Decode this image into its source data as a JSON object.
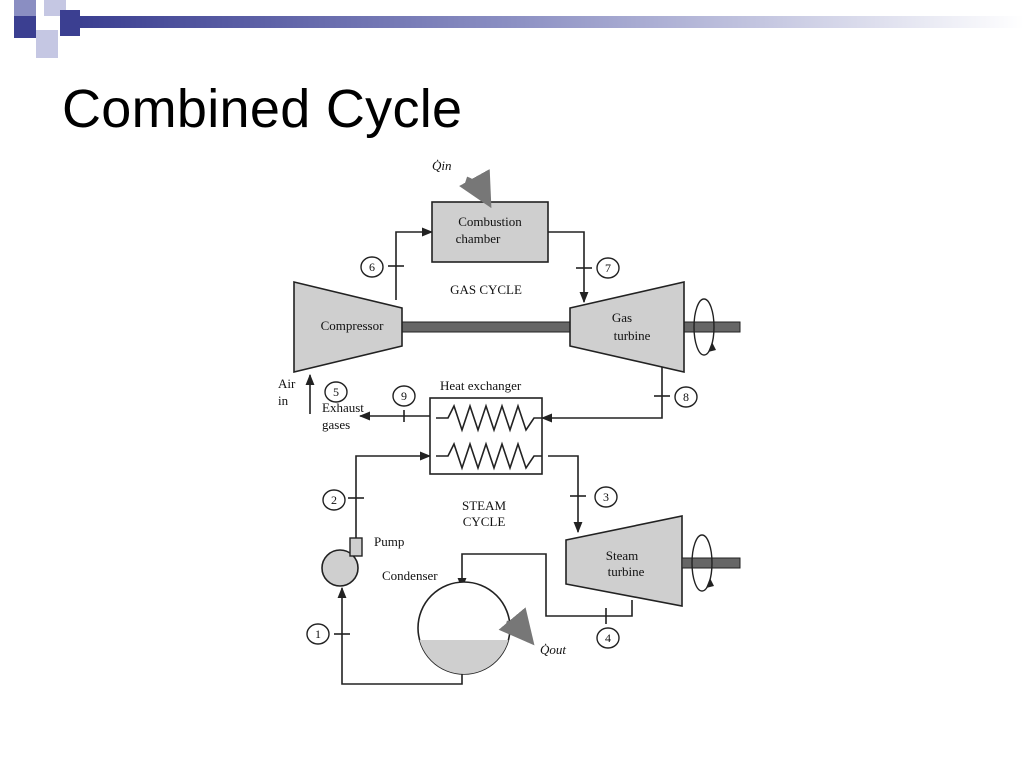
{
  "slide": {
    "title": "Combined Cycle"
  },
  "diagram": {
    "heat_in": "Q̇in",
    "heat_out": "Q̇out",
    "combustion_line1": "Combustion",
    "combustion_line2": "chamber",
    "gas_cycle": "GAS CYCLE",
    "compressor": "Compressor",
    "gas_turbine_line1": "Gas",
    "gas_turbine_line2": "turbine",
    "air_line1": "Air",
    "air_line2": "in",
    "exhaust_line1": "Exhaust",
    "exhaust_line2": "gases",
    "heat_exchanger": "Heat exchanger",
    "steam_cycle_line1": "STEAM",
    "steam_cycle_line2": "CYCLE",
    "pump": "Pump",
    "condenser": "Condenser",
    "steam_turbine_line1": "Steam",
    "steam_turbine_line2": "turbine",
    "states": [
      "1",
      "2",
      "3",
      "4",
      "5",
      "6",
      "7",
      "8",
      "9"
    ]
  },
  "colors": {
    "accent_dark": "#3b3f91",
    "accent_mid": "#8a8ec2",
    "accent_light": "#c5c7e3",
    "equipment_fill": "#cfcfcf",
    "line": "#222222"
  }
}
